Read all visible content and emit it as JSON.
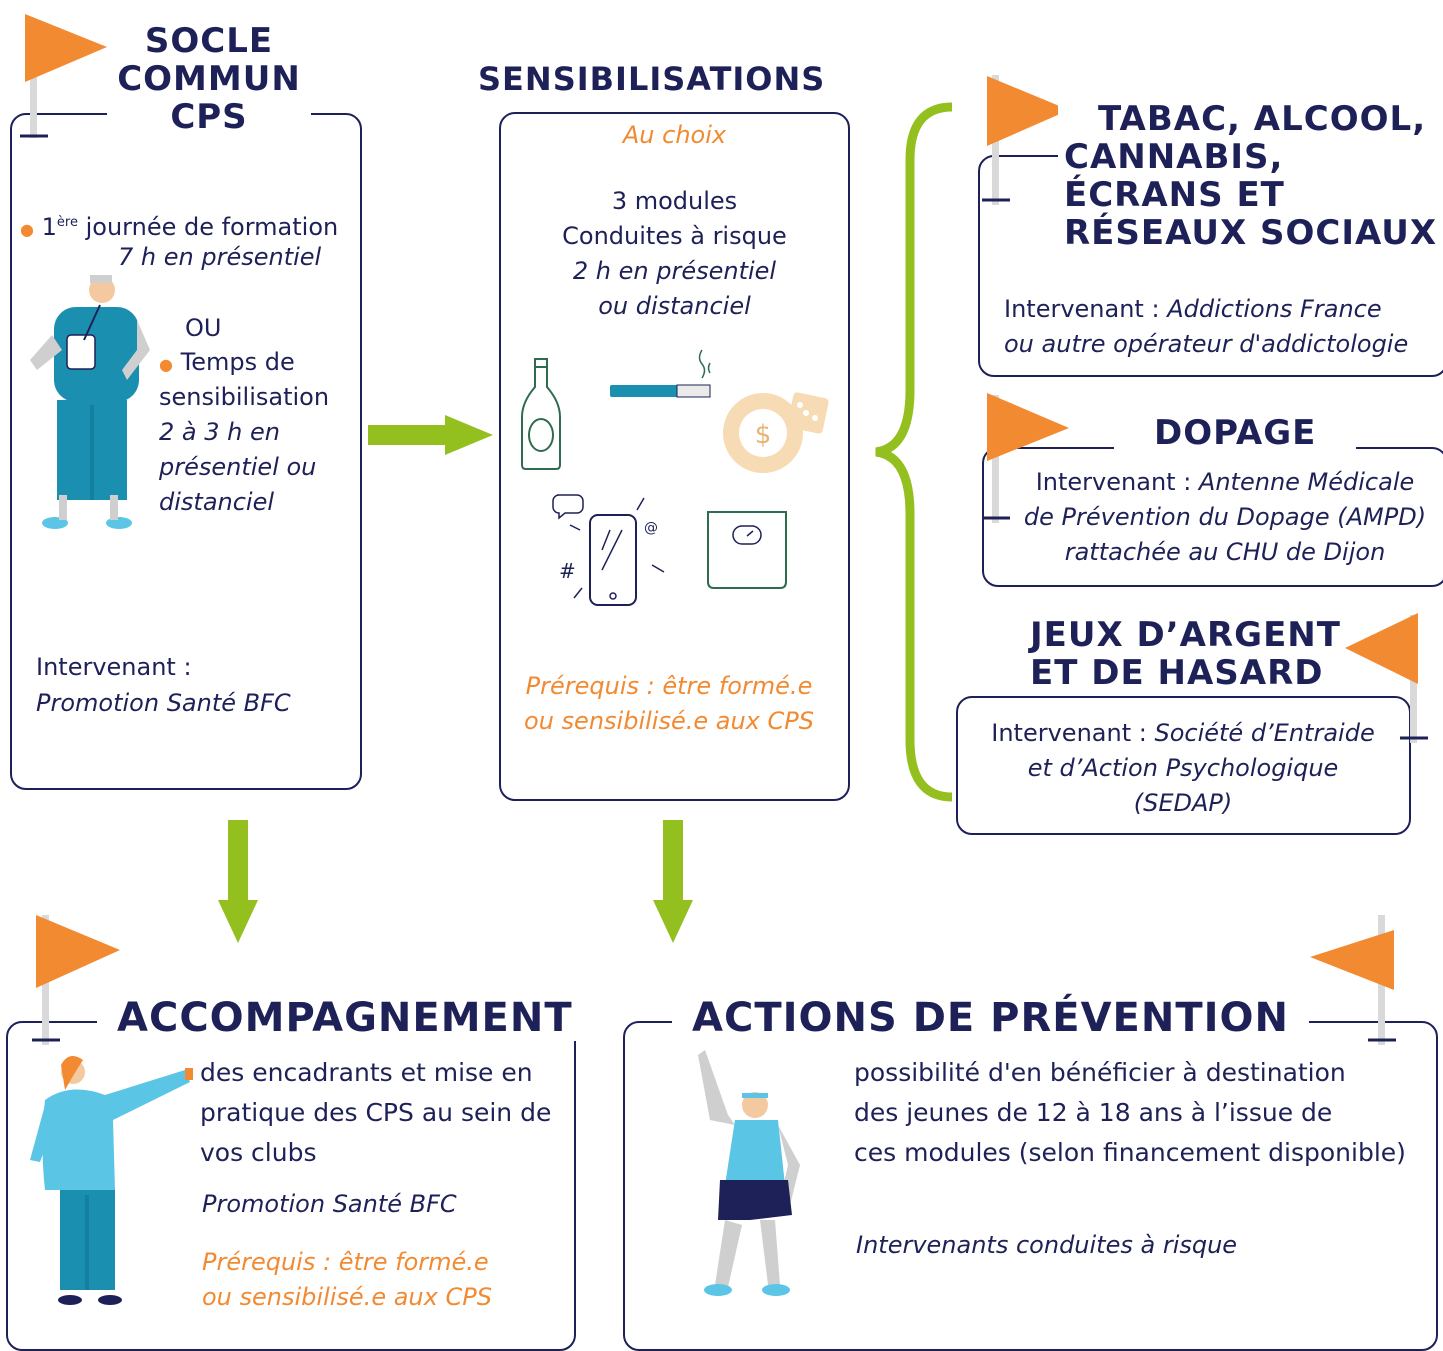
{
  "colors": {
    "navy": "#1e2157",
    "orange": "#f28a32",
    "green": "#93c01f",
    "teal": "#1a8fb0",
    "light_blue": "#5bc5e6"
  },
  "socle": {
    "title_line1": "SOCLE",
    "title_line2": "COMMUN",
    "title_line3": "CPS",
    "item1_num": "1",
    "item1_sup": "ère",
    "item1_text": "journée de formation",
    "item1_detail": "7 h en présentiel",
    "or": "OU",
    "item2_line1": "Temps de",
    "item2_line2": "sensibilisation",
    "item2_detail1": "2 à 3 h en",
    "item2_detail2": "présentiel ou",
    "item2_detail3": "distanciel",
    "speaker_label": "Intervenant :",
    "speaker": "Promotion Santé BFC"
  },
  "sensibilisations": {
    "title": "SENSIBILISATIONS",
    "choice": "Au choix",
    "modules_line1": "3 modules",
    "modules_line2": "Conduites à risque",
    "detail1": "2 h en présentiel",
    "detail2": "ou distanciel",
    "prereq1": "Prérequis : être formé.e",
    "prereq2": "ou sensibilisé.e aux CPS",
    "dollar_symbol": "$",
    "at_symbol": "@",
    "hash_symbol": "#"
  },
  "tabac": {
    "title_line1": "TABAC, ALCOOL,",
    "title_line2": "CANNABIS,",
    "title_line3": "ÉCRANS ET",
    "title_line4": "RÉSEAUX SOCIAUX",
    "speaker_label": "Intervenant :",
    "speaker1": "Addictions France",
    "speaker2": "ou autre opérateur d'addictologie"
  },
  "dopage": {
    "title": "DOPAGE",
    "speaker_label": "Intervenant :",
    "speaker1": "Antenne Médicale",
    "speaker2": "de Prévention du Dopage  (AMPD)",
    "speaker3": "rattachée au CHU de Dijon"
  },
  "jeux": {
    "title_line1": "JEUX D’ARGENT",
    "title_line2": "ET DE HASARD",
    "speaker_label": "Intervenant :",
    "speaker1": "Société d’Entraide",
    "speaker2": "et d’Action Psychologique",
    "speaker3": "(SEDAP)"
  },
  "accompagnement": {
    "title": "ACCOMPAGNEMENT",
    "line1": "des encadrants et mise en",
    "line2": "pratique des CPS au sein de",
    "line3": "vos clubs",
    "speaker": "Promotion Santé BFC",
    "prereq1": "Prérequis : être formé.e",
    "prereq2": "ou sensibilisé.e aux CPS"
  },
  "actions": {
    "title": "ACTIONS DE PRÉVENTION",
    "line1": "possibilité d'en bénéficier à destination",
    "line2": "des jeunes de 12 à 18 ans à l’issue de",
    "line3": "ces modules (selon financement disponible)",
    "speaker": "Intervenants conduites à risque"
  }
}
